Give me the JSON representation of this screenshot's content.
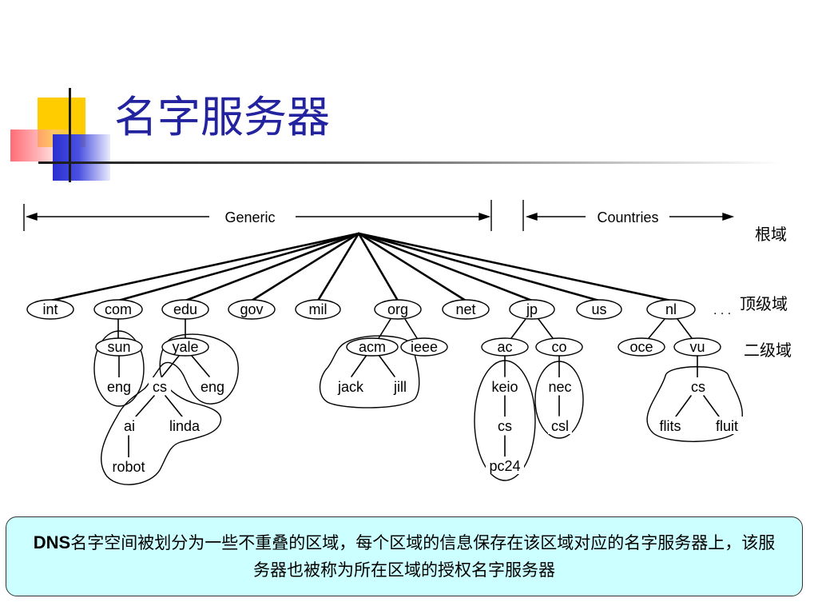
{
  "slide": {
    "title": "名字服务器"
  },
  "diagram": {
    "header": {
      "generic": "Generic",
      "countries": "Countries"
    },
    "level_labels": {
      "root": "根域",
      "top": "顶级域",
      "second": "二级域",
      "ellipsis": ". . ."
    },
    "top_level": [
      "int",
      "com",
      "edu",
      "gov",
      "mil",
      "org",
      "net",
      "jp",
      "us",
      "nl"
    ],
    "second_level": [
      "sun",
      "yale",
      "acm",
      "ieee",
      "ac",
      "co",
      "oce",
      "vu"
    ],
    "lower": [
      "eng",
      "cs",
      "eng",
      "ai",
      "linda",
      "robot",
      "jack",
      "jill",
      "keio",
      "cs",
      "pc24",
      "nec",
      "csl",
      "cs",
      "flits",
      "fluit"
    ]
  },
  "info_box": {
    "bold": "DNS",
    "text": "名字空间被划分为一些不重叠的区域，每个区域的信息保存在该区域对应的名字服务器上，该服务器也被称为所在区域的授权名字服务器"
  }
}
